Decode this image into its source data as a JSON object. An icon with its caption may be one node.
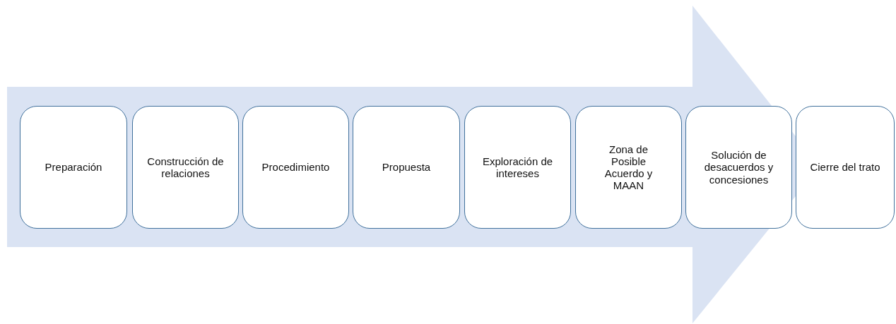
{
  "diagram": {
    "nodes": [
      {
        "text": [
          "Preparación"
        ]
      },
      {
        "text": [
          "Construcción de relaciones"
        ]
      },
      {
        "text": [
          "Procedimiento"
        ]
      },
      {
        "text": [
          "Propuesta"
        ]
      },
      {
        "text": [
          "Exploración de intereses"
        ]
      },
      {
        "text": [
          "Zona de Posible Acuerdo y MAAN"
        ]
      },
      {
        "text": [
          "Solución de desacuerdos y concesiones"
        ]
      },
      {
        "text": [
          "Cierre del trato"
        ]
      }
    ]
  }
}
